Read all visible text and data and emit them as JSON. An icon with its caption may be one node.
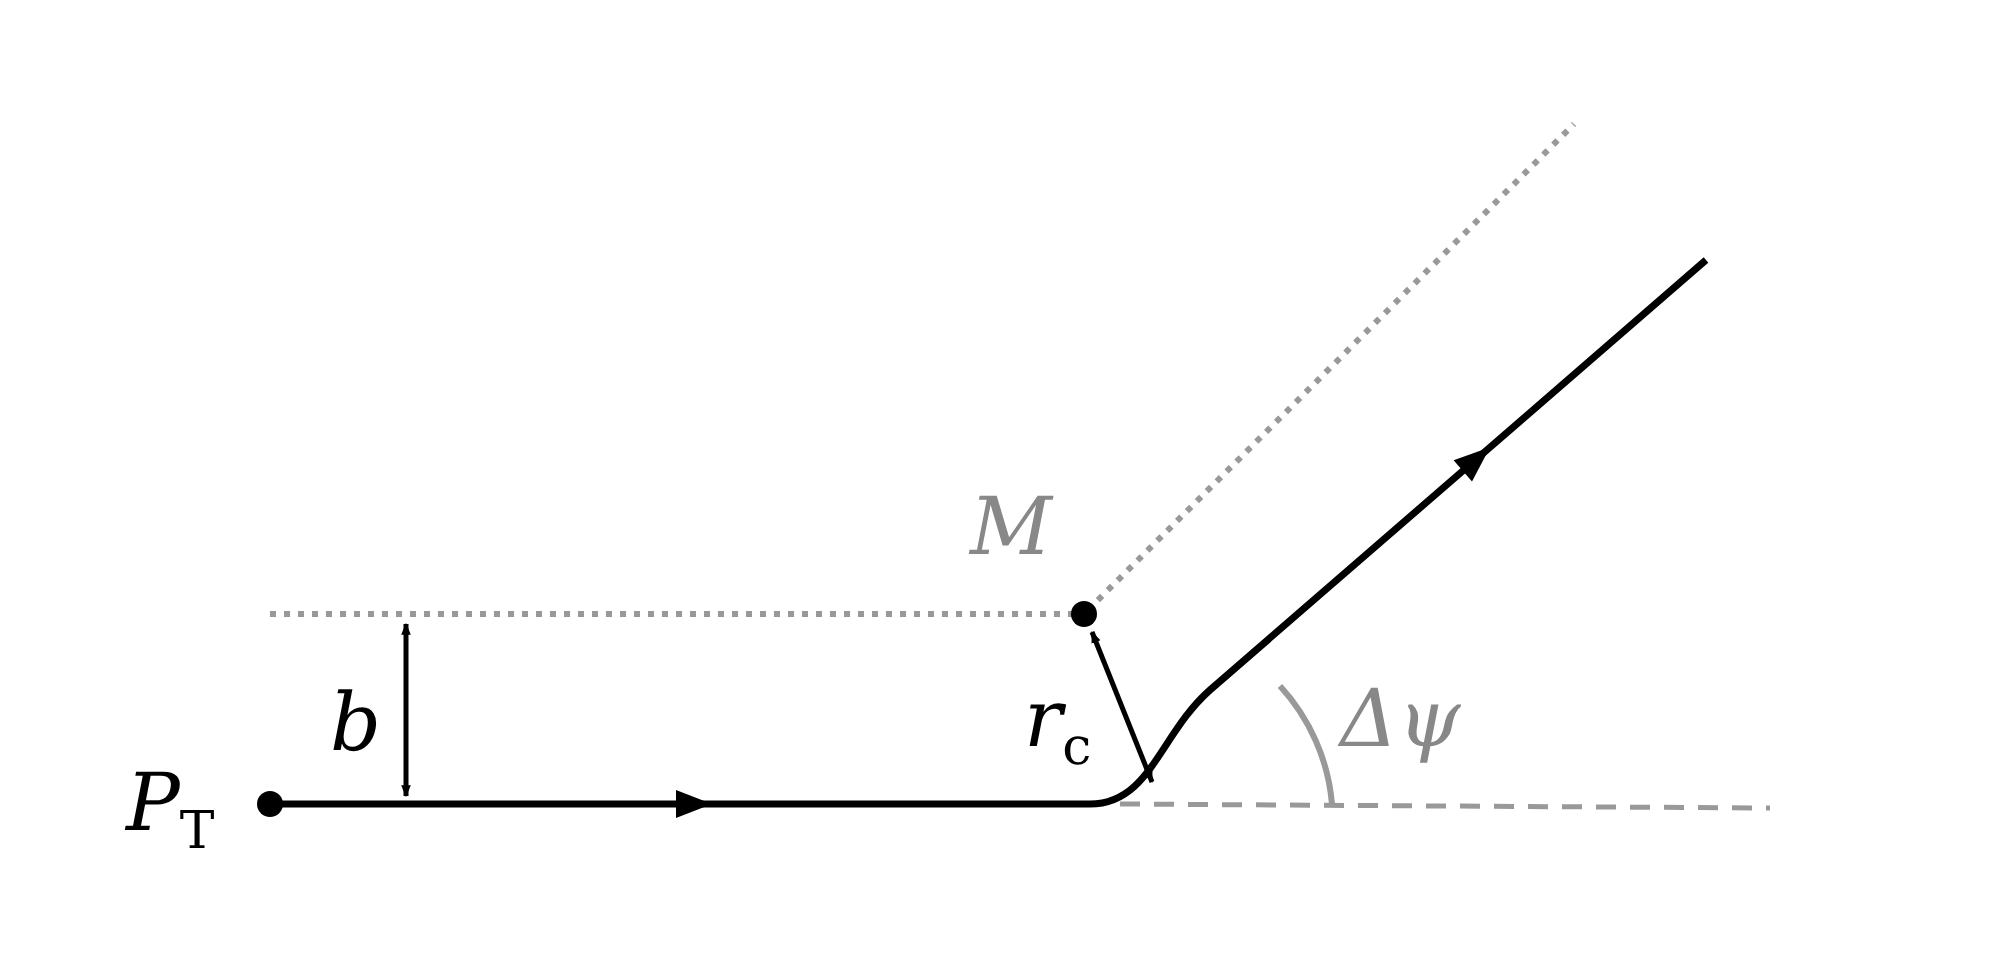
{
  "diagram": {
    "labels": [
      "P$_{T}$",
      "b",
      "M",
      "r$_{c}$",
      "Δψ"
    ]
  }
}
